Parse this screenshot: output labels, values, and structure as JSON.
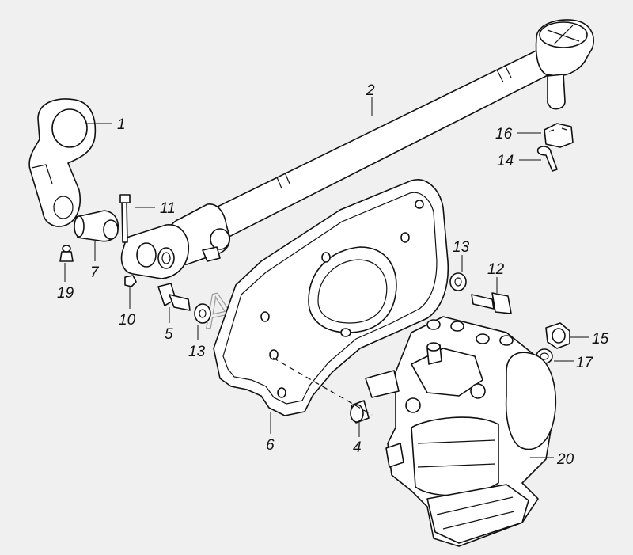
{
  "watermark": "AutoSoft",
  "callouts": [
    {
      "id": "1",
      "text": "1"
    },
    {
      "id": "2",
      "text": "2"
    },
    {
      "id": "4",
      "text": "4"
    },
    {
      "id": "5",
      "text": "5"
    },
    {
      "id": "6",
      "text": "6"
    },
    {
      "id": "7",
      "text": "7"
    },
    {
      "id": "10",
      "text": "10"
    },
    {
      "id": "11",
      "text": "11"
    },
    {
      "id": "12",
      "text": "12"
    },
    {
      "id": "13a",
      "text": "13"
    },
    {
      "id": "13b",
      "text": "13"
    },
    {
      "id": "14",
      "text": "14"
    },
    {
      "id": "15",
      "text": "15"
    },
    {
      "id": "16",
      "text": "16"
    },
    {
      "id": "17",
      "text": "17"
    },
    {
      "id": "19",
      "text": "19"
    },
    {
      "id": "20",
      "text": "20"
    }
  ]
}
